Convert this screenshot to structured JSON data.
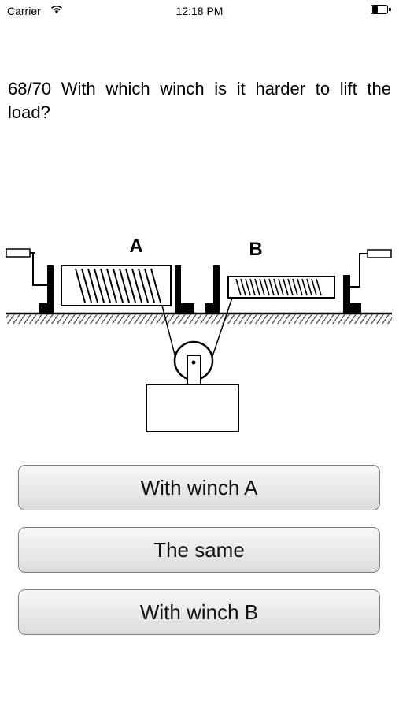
{
  "status_bar": {
    "carrier": "Carrier",
    "time": "12:18 PM",
    "wifi_icon": "wifi-icon",
    "battery_icon": "battery-icon",
    "battery_level": 0.4
  },
  "question": {
    "text": "68/70 With which winch is it harder to lift the load?"
  },
  "diagram": {
    "label_a": "A",
    "label_b": "B"
  },
  "answers": [
    {
      "label": "With winch A"
    },
    {
      "label": "The same"
    },
    {
      "label": "With winch B"
    }
  ]
}
